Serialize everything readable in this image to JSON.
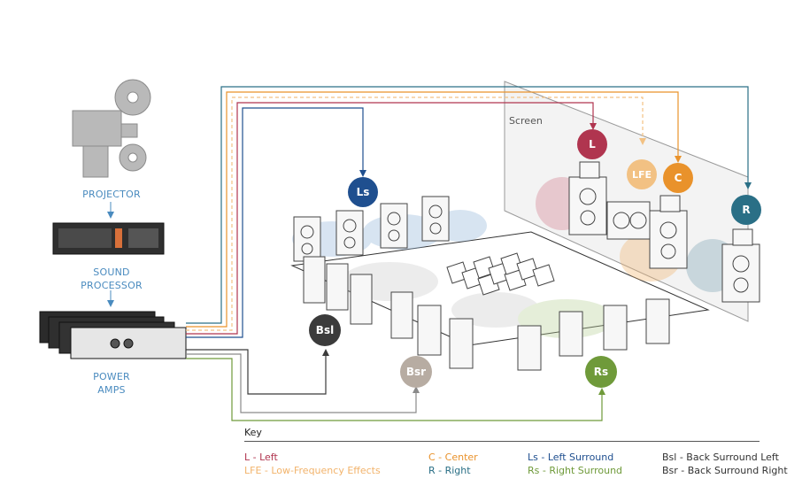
{
  "devices": {
    "projector": "PROJECTOR",
    "sound_processor": [
      "SOUND",
      "PROCESSOR"
    ],
    "power_amps": [
      "POWER",
      "AMPS"
    ]
  },
  "screen_label": "Screen",
  "speakers": {
    "L": "L",
    "LFE": "LFE",
    "C": "C",
    "R": "R",
    "Ls": "Ls",
    "Rs": "Rs",
    "Bsl": "Bsl",
    "Bsr": "Bsr"
  },
  "key": {
    "title": "Key",
    "items": [
      {
        "text": "L - Left",
        "color": "#b0354f"
      },
      {
        "text": "LFE - Low-Frequency Effects",
        "color": "#f2b36b"
      },
      {
        "text": "C - Center",
        "color": "#e9922b"
      },
      {
        "text": "R - Right",
        "color": "#2a6f86"
      },
      {
        "text": "Ls - Left Surround",
        "color": "#1f4f8f"
      },
      {
        "text": "Rs - Right Surround",
        "color": "#6f9a3a"
      },
      {
        "text": "Bsl - Back Surround Left",
        "color": "#333333"
      },
      {
        "text": "Bsr - Back Surround Right",
        "color": "#333333"
      }
    ]
  },
  "colors": {
    "L": "#b0354f",
    "LFE": "#f2c183",
    "C": "#e9922b",
    "R": "#2a6f86",
    "Ls": "#1f4f8f",
    "Rs": "#6f9a3a",
    "Bsl": "#3b3b3b",
    "Bsr": "#b7aca2",
    "device_label": "#4a8bbf"
  }
}
